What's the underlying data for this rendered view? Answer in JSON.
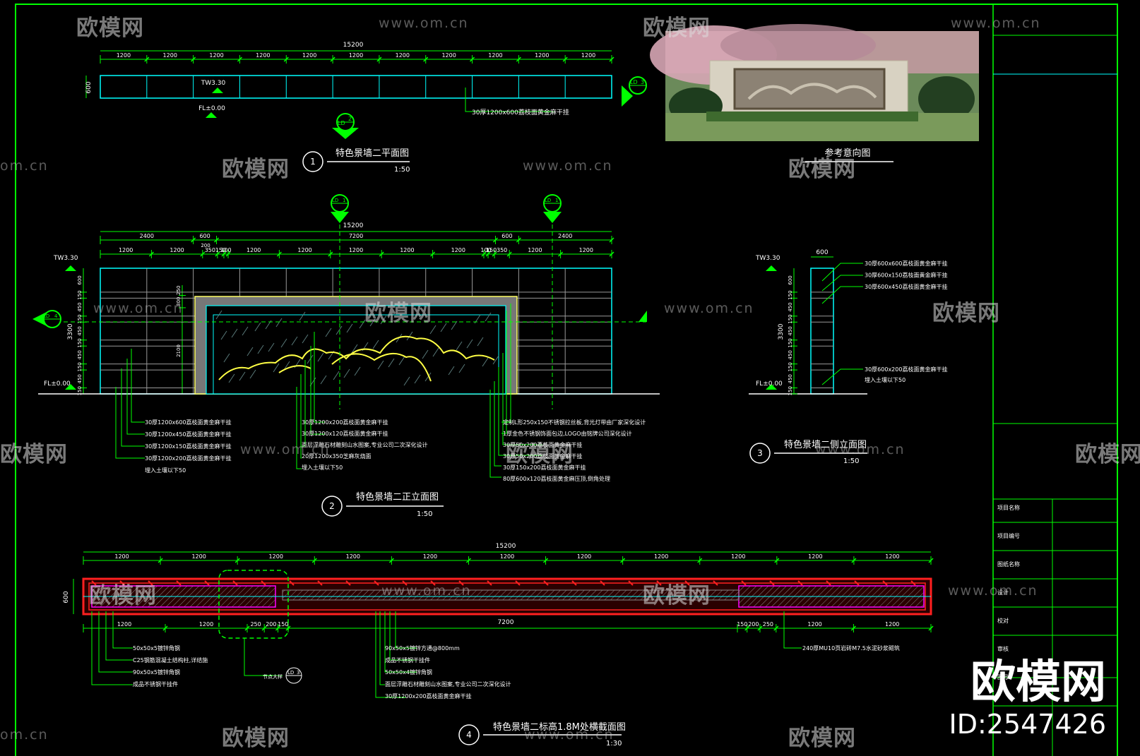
{
  "views": {
    "plan": {
      "number": "1",
      "title": "特色景墙二平面图",
      "scale_label": "1:50",
      "overall_dim": "15200",
      "segment_dims": [
        "1200",
        "1200",
        "1200",
        "1200",
        "1200",
        "1200",
        "1200",
        "1200",
        "1200",
        "1200",
        "1200"
      ],
      "depth_dim": "600",
      "tw_label": "TW3.30",
      "fl_label": "FL±0.00",
      "note": "30厚1200x600荔枝面黄金麻干挂",
      "callout_bottom": {
        "sheet": "LD",
        "num": "2"
      },
      "callout_right": {
        "sheet": "LD",
        "num": "3"
      }
    },
    "reference": {
      "title": "参考意向图"
    },
    "front_elevation": {
      "number": "2",
      "title": "特色景墙二正立面图",
      "scale_label": "1:50",
      "overall_dim": "15200",
      "mid_dims": [
        "2400",
        "600",
        "7200",
        "600",
        "2400"
      ],
      "segment_dims": [
        "1200",
        "1200",
        "350",
        "150",
        "100",
        "1200",
        "1200",
        "1200",
        "1200",
        "1200",
        "100",
        "150",
        "350",
        "1200",
        "1200"
      ],
      "inner_dims": [
        "200"
      ],
      "tw_label": "TW3.30",
      "fl_label": "FL±0.00",
      "height_dim": "3300",
      "row_dims": [
        "600",
        "150",
        "450",
        "150",
        "450",
        "150",
        "450",
        "150",
        "450",
        "150"
      ],
      "inner_height_dims": [
        "250",
        "300",
        "2100"
      ],
      "callout_left": {
        "sheet": "LD",
        "num": "4"
      },
      "section_marks": [
        {
          "sheet": "LD",
          "num": "1"
        },
        {
          "sheet": "LD",
          "num": "1"
        }
      ],
      "notes_left": [
        "30厚1200x600荔枝面黄金麻干挂",
        "30厚1200x450荔枝面黄金麻干挂",
        "30厚1200x150荔枝面黄金麻干挂",
        "30厚1200x200荔枝面黄金麻干挂",
        "埋入土壤以下50"
      ],
      "notes_mid": [
        "30厚1200x200荔枝面黄金麻干挂",
        "30厚1200x120荔枝面黄金麻干挂",
        "面层浮雕石材雕刻山水图案,专业公司二次深化设计",
        "20厚1200x350芝麻灰烧面",
        "埋入土壤以下50"
      ],
      "notes_right": [
        "定制L形250x150不锈钢拉丝板,背光灯带由厂家深化设计",
        "1厚金色不锈钢饰面包边,LOGO由铭牌公司深化设计",
        "30厚50x200荔枝面黄金麻干挂",
        "30厚50x200荔枝面黄金麻干挂",
        "30厚150x200荔枝面黄金麻干挂",
        "80厚600x120荔枝面黄金麻压顶,倒角处理"
      ]
    },
    "side_elevation": {
      "number": "3",
      "title": "特色景墙二侧立面图",
      "scale_label": "1:50",
      "width_dim": "600",
      "height_dim": "3300",
      "row_dims": [
        "600",
        "150",
        "450",
        "150",
        "450",
        "150",
        "450",
        "150",
        "450",
        "150"
      ],
      "tw_label": "TW3.30",
      "fl_label": "FL±0.00",
      "notes_top": [
        "30厚600x600荔枝面黄金麻干挂",
        "30厚600x150荔枝面黄金麻干挂",
        "30厚600x450荔枝面黄金麻干挂"
      ],
      "notes_bottom": [
        "30厚600x200荔枝面黄金麻干挂",
        "埋入土壤以下50"
      ]
    },
    "section_plan": {
      "number": "4",
      "title": "特色景墙二标高1.8M处横截面图",
      "scale_label": "1:30",
      "overall_dim": "15200",
      "top_dims": [
        "1200",
        "1200",
        "1200",
        "1200",
        "1200",
        "1200",
        "1200",
        "1200",
        "1200",
        "1200",
        "1200"
      ],
      "bottom_dims_left": [
        "1200",
        "1200",
        "250",
        "200",
        "150"
      ],
      "bottom_dim_mid": "7200",
      "bottom_dims_right": [
        "150",
        "200",
        "250",
        "1200",
        "1200"
      ],
      "depth_dim": "600",
      "detail_ref": {
        "sheet": "LD",
        "num": "3"
      },
      "detail_label": "节点大样",
      "notes_left": [
        "50x50x5镀锌角钢",
        "C25钢筋混凝土结构柱,详结施",
        "90x50x5镀锌角钢",
        "成品不锈钢干挂件"
      ],
      "notes_mid": [
        "90x50x5镀锌方通@800mm",
        "成品不锈钢干挂件",
        "50x50x4镀锌角钢",
        "面层浮雕石材雕刻山水图案,专业公司二次深化设计",
        "30厚1200x200荔枝面黄金麻干挂"
      ],
      "notes_right": [
        "240厚MU10页岩砖M7.5水泥砂浆砌筑"
      ]
    }
  },
  "title_block": {
    "rows": [
      "项目名称",
      "项目编号",
      "图纸名称",
      "设计",
      "校对",
      "审核",
      "图号"
    ]
  },
  "watermarks": {
    "brand": "欧模网",
    "url": "www.om.cn",
    "id_text": "ID:2547426",
    "url_partial": "om.cn"
  },
  "colors": {
    "background": "#000000",
    "frame": "#00ff00",
    "dim": "#00ff00",
    "wall_outline": "#00ffff",
    "mountain": "#ffff33",
    "section_red": "#ff2020",
    "hatch": "#ff00ff"
  }
}
